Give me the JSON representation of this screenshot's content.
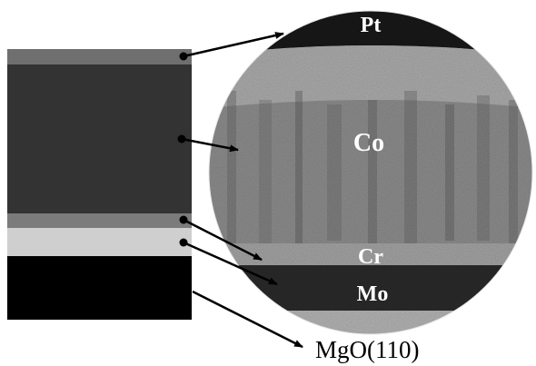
{
  "diagram": {
    "labels": {
      "pt": "Pt",
      "co": "Co",
      "cr": "Cr",
      "mo": "Mo",
      "substrate": "MgO(110)"
    },
    "stack_layers": [
      {
        "name": "Pt",
        "color": "#6f6f6f"
      },
      {
        "name": "Co",
        "color": "#333333"
      },
      {
        "name": "Cr",
        "color": "#7b7b7b"
      },
      {
        "name": "Mo",
        "color": "#cfcfcf"
      },
      {
        "name": "MgO(110)",
        "color": "#000000"
      }
    ],
    "micrograph": {
      "pt_band_color": "#1a1a1a",
      "co_region_color": "#8a8a8a",
      "cr_band_color": "#a0a0a0",
      "mo_band_color": "#2a2a2a"
    }
  }
}
